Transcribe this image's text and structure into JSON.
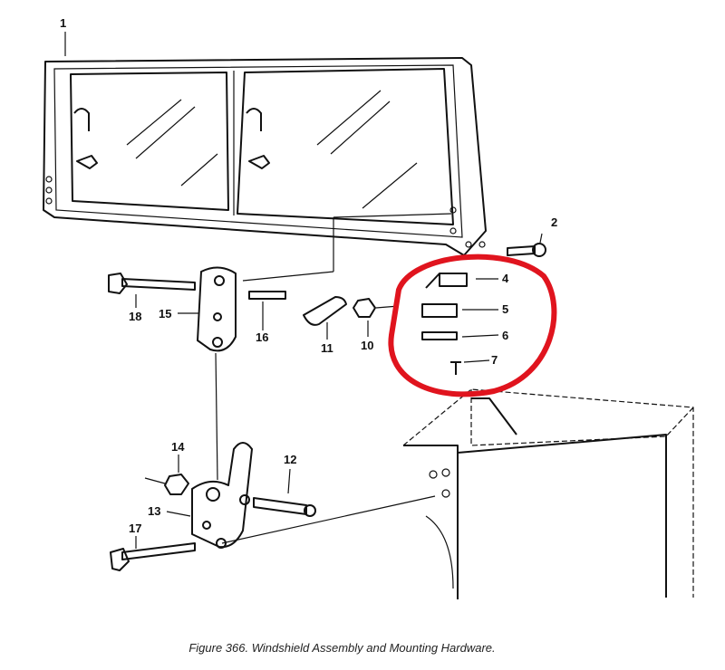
{
  "figure": {
    "caption": "Figure 366.  Windshield Assembly and Mounting Hardware.",
    "callouts": [
      "1",
      "2",
      "4",
      "5",
      "6",
      "7",
      "10",
      "11",
      "12",
      "13",
      "14",
      "15",
      "16",
      "17",
      "18"
    ],
    "highlight_color": "#e0141e"
  }
}
